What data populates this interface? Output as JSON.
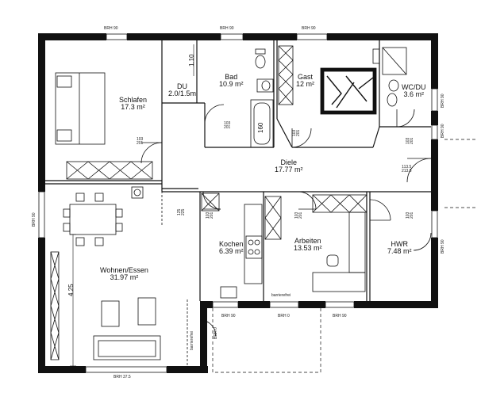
{
  "rooms": {
    "schlafen": {
      "name": "Schlafen",
      "area": "17.3 m²"
    },
    "du": {
      "name": "DU",
      "area": "2.0/1.5m"
    },
    "bad": {
      "name": "Bad",
      "area": "10.9 m²"
    },
    "gast": {
      "name": "Gast",
      "area": "12 m²"
    },
    "wc": {
      "name": "WC/DU",
      "area": "3.6 m²"
    },
    "diele": {
      "name": "Diele",
      "area": "17.77 m²"
    },
    "kochen": {
      "name": "Kochen",
      "area": "6.39 m²"
    },
    "arbeiten": {
      "name": "Arbeiten",
      "area": "13.53 m²"
    },
    "hwr": {
      "name": "HWR",
      "area": "7.48 m²"
    },
    "wohnen": {
      "name": "Wohnen/Essen",
      "area": "31.97 m²"
    }
  },
  "windows": {
    "top1": "BRH 90",
    "top2": "BRH 90",
    "top3": "BRH 90",
    "bottom_left": "BRH 37.5",
    "bottom_mid1": "BRH 90",
    "bottom_mid2": "BRH 0",
    "bottom_mid3": "BRH 90",
    "left": "BRH 90",
    "right1": "BRH 90",
    "right2": "BRH 90",
    "right3": "BRH 90",
    "door_vert": "BRH 0"
  },
  "doors": {
    "schlafen": {
      "w": "103",
      "h": "201"
    },
    "bad": {
      "w": "103",
      "h": "201"
    },
    "gast": {
      "w": "103",
      "h": "201"
    },
    "wc": {
      "w": "103",
      "h": "201"
    },
    "kochen": {
      "w": "103",
      "h": "201"
    },
    "arbeiten": {
      "w": "103",
      "h": "201"
    },
    "hwr_a": {
      "w": "113.5",
      "h": "213.5"
    },
    "hwr_b": {
      "w": "103",
      "h": "201"
    },
    "wohnen": {
      "w": "125",
      "h": "225"
    }
  },
  "dimensions": {
    "du_height": "1.10",
    "tub": "160",
    "wohnen_width": "4.25"
  },
  "annotations": {
    "barrierefrei_1": "barrierefrei",
    "barrierefrei_2": "barrierefrei"
  }
}
